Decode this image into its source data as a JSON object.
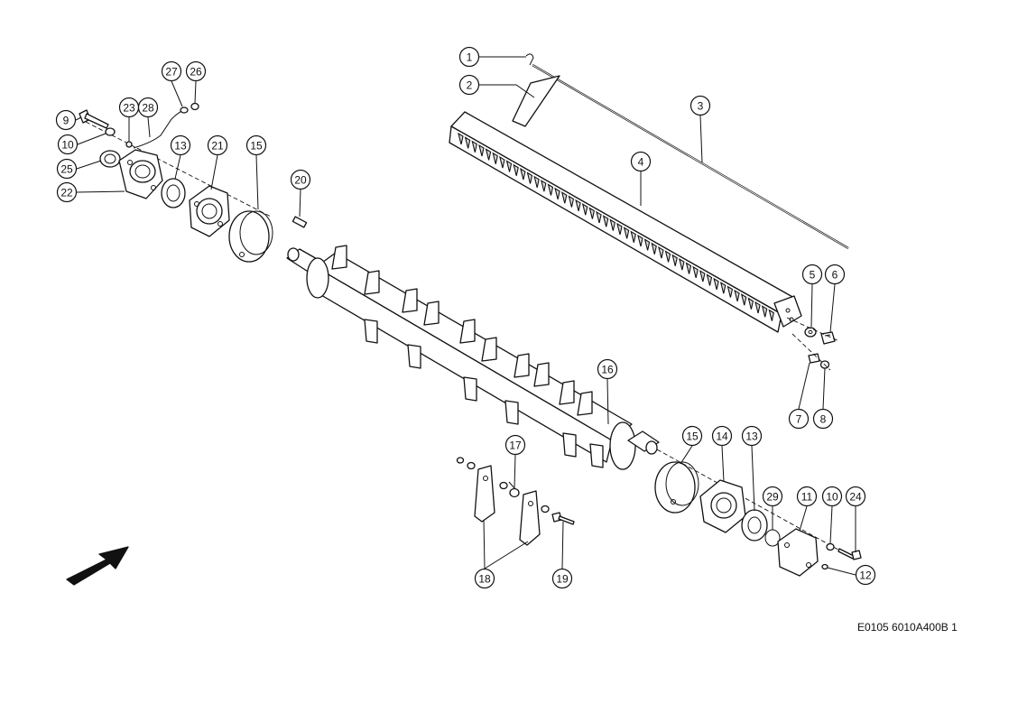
{
  "drawing_code": "E0105 6010A400B 1",
  "callouts": [
    {
      "id": "c1",
      "label": "1"
    },
    {
      "id": "c2",
      "label": "2"
    },
    {
      "id": "c3",
      "label": "3"
    },
    {
      "id": "c4",
      "label": "4"
    },
    {
      "id": "c5",
      "label": "5"
    },
    {
      "id": "c6",
      "label": "6"
    },
    {
      "id": "c7",
      "label": "7"
    },
    {
      "id": "c8",
      "label": "8"
    },
    {
      "id": "c9",
      "label": "9"
    },
    {
      "id": "c10a",
      "label": "10"
    },
    {
      "id": "c10b",
      "label": "10"
    },
    {
      "id": "c11",
      "label": "11"
    },
    {
      "id": "c12",
      "label": "12"
    },
    {
      "id": "c13a",
      "label": "13"
    },
    {
      "id": "c13b",
      "label": "13"
    },
    {
      "id": "c14",
      "label": "14"
    },
    {
      "id": "c15a",
      "label": "15"
    },
    {
      "id": "c15b",
      "label": "15"
    },
    {
      "id": "c16",
      "label": "16"
    },
    {
      "id": "c17",
      "label": "17"
    },
    {
      "id": "c18",
      "label": "18"
    },
    {
      "id": "c19",
      "label": "19"
    },
    {
      "id": "c20",
      "label": "20"
    },
    {
      "id": "c21",
      "label": "21"
    },
    {
      "id": "c22",
      "label": "22"
    },
    {
      "id": "c23",
      "label": "23"
    },
    {
      "id": "c24",
      "label": "24"
    },
    {
      "id": "c25",
      "label": "25"
    },
    {
      "id": "c26",
      "label": "26"
    },
    {
      "id": "c27",
      "label": "27"
    },
    {
      "id": "c28",
      "label": "28"
    },
    {
      "id": "c29",
      "label": "29"
    }
  ]
}
